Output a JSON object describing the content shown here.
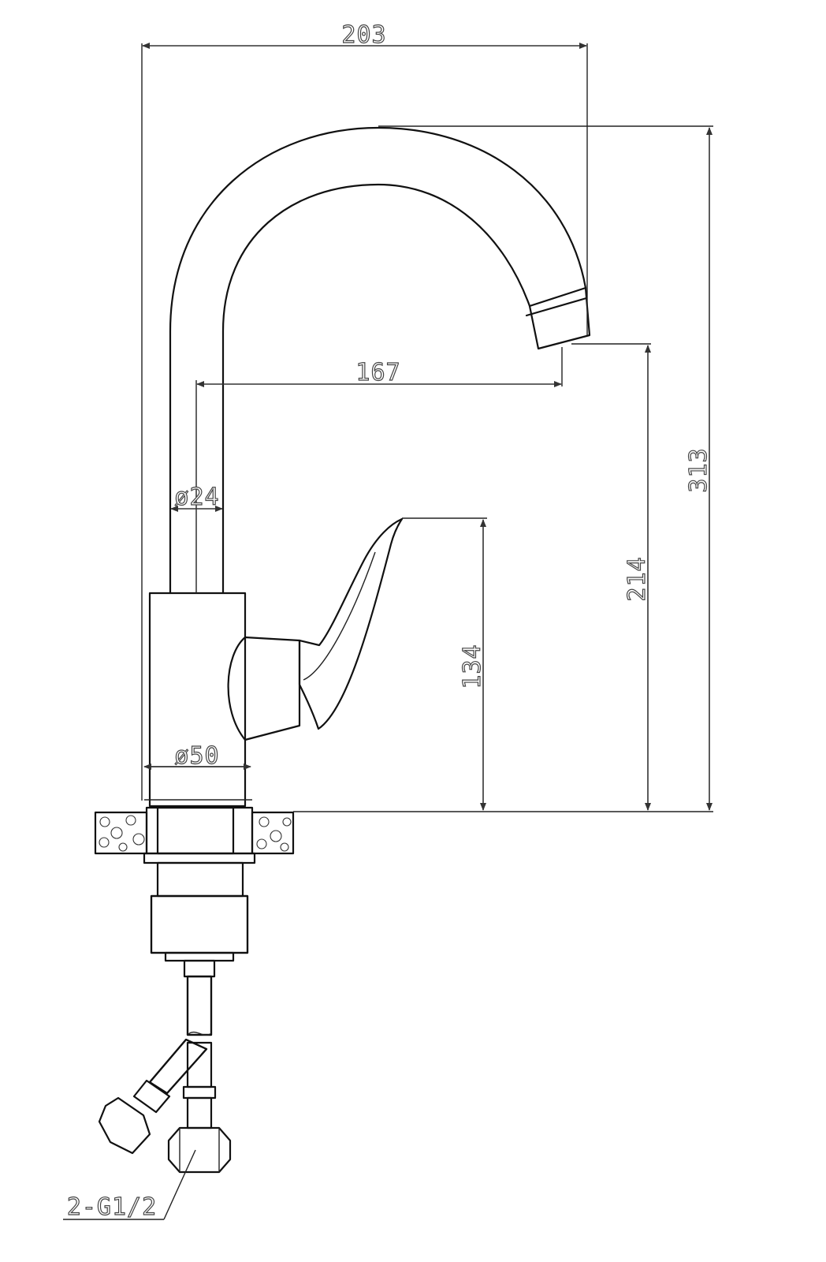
{
  "dimensions": {
    "overall_width": "203",
    "spout_reach": "167",
    "spout_diameter": "ø24",
    "body_diameter": "ø50",
    "overall_height": "313",
    "spout_outlet_height": "214",
    "handle_height": "134"
  },
  "connection_label": "2-G1/2"
}
